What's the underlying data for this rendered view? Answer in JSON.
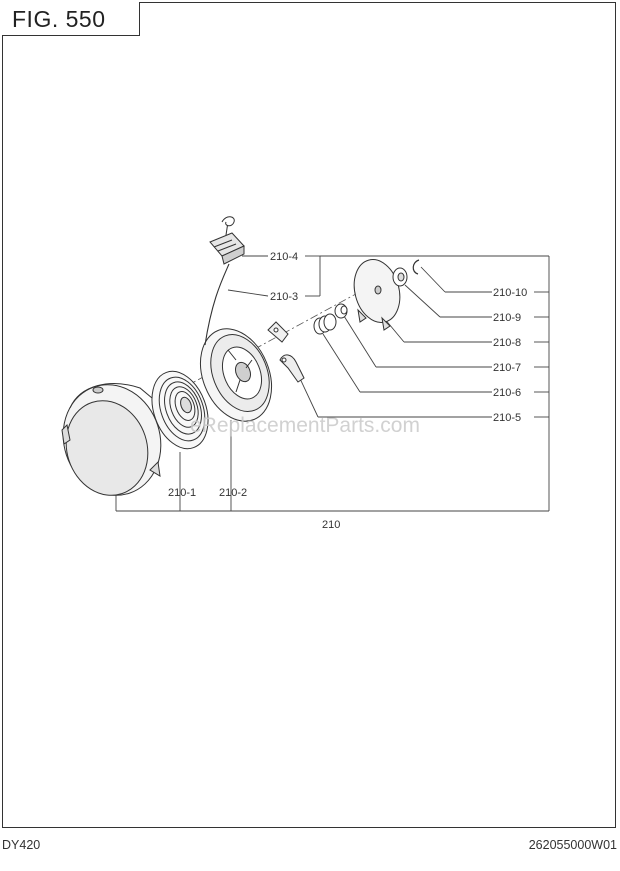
{
  "figure": {
    "title": "FIG. 550"
  },
  "parts": {
    "p210": "210",
    "p210_1": "210-1",
    "p210_2": "210-2",
    "p210_3": "210-3",
    "p210_4": "210-4",
    "p210_5": "210-5",
    "p210_6": "210-6",
    "p210_7": "210-7",
    "p210_8": "210-8",
    "p210_9": "210-9",
    "p210_10": "210-10"
  },
  "watermark": "eReplacementParts.com",
  "footer": {
    "model": "DY420",
    "code": "262055000W01"
  }
}
